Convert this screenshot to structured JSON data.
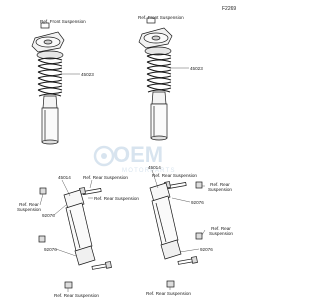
{
  "figure_id": "F2269",
  "top_left": {
    "ref_label": "Ref. Front Suspension",
    "part_number": "45023"
  },
  "top_right": {
    "ref_label": "Ref. Front Suspension",
    "part_number": "45023"
  },
  "bottom_left": {
    "part_number_main": "45014",
    "ref_top": "Ref. Rear Suspension",
    "ref_mid": "Ref. Rear Suspension",
    "ref_left": "Ref. Rear Suspension",
    "part_bolt_a": "92076",
    "part_bolt_b": "92076",
    "ref_bottom": "Ref. Rear Suspension"
  },
  "bottom_right": {
    "part_number_main": "45014",
    "ref_top": "Ref. Rear Suspension",
    "ref_right": "Ref. Rear Suspension",
    "part_bolt_a": "92076",
    "part_bolt_b": "92076",
    "ref_right2": "Ref. Rear Suspension",
    "ref_bottom": "Ref. Rear Suspension"
  },
  "watermark": {
    "brand": "OEM",
    "subtitle": "MOTORPARTS"
  }
}
